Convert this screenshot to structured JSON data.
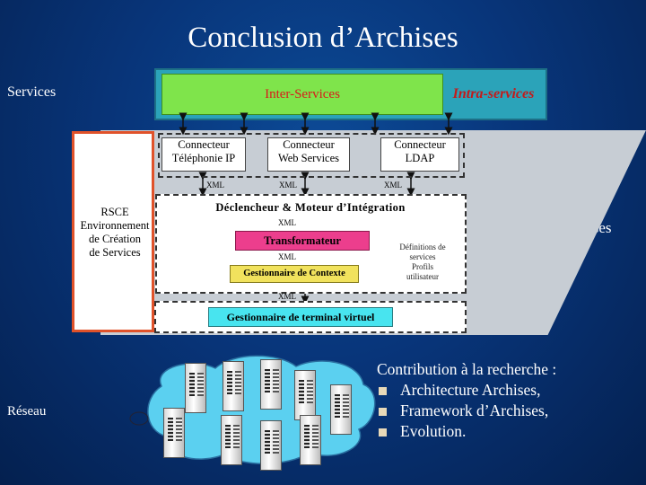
{
  "title": "Conclusion d’Archises",
  "labels": {
    "services": "Services",
    "archises": "Archises",
    "reseau": "Réseau"
  },
  "top": {
    "inter": "Inter-Services",
    "intra": "Intra-services"
  },
  "rsce": {
    "line1": "RSCE",
    "line2": "Environnement",
    "line3": "de Création",
    "line4": "de Services"
  },
  "connectors": [
    {
      "line1": "Connecteur",
      "line2": "Téléphonie IP"
    },
    {
      "line1": "Connecteur",
      "line2": "Web Services"
    },
    {
      "line1": "Connecteur",
      "line2": "LDAP"
    }
  ],
  "xml": "XML",
  "engine": {
    "declencheur": "Déclencheur & Moteur d’Intégration",
    "transformateur": "Transformateur",
    "gestionnaire_contexte": "Gestionnaire de Contexte",
    "cylinder": {
      "line1": "Définitions de",
      "line2": "services",
      "line3": "Profils",
      "line4": "utilisateur"
    }
  },
  "terminal": "Gestionnaire de terminal virtuel",
  "contribution": {
    "heading": "Contribution à la recherche :",
    "items": [
      "Architecture Archises,",
      "Framework d’Archises,",
      "Evolution."
    ]
  },
  "colors": {
    "background": "#08357a",
    "inter_box": "#7fe44b",
    "intra_box": "#2ba3b9",
    "transformateur": "#ec3e8d",
    "gestionnaire": "#f1e25d",
    "terminal": "#48e4ef",
    "cylinder": "#e0177a",
    "rsce_border": "#e0522a"
  }
}
